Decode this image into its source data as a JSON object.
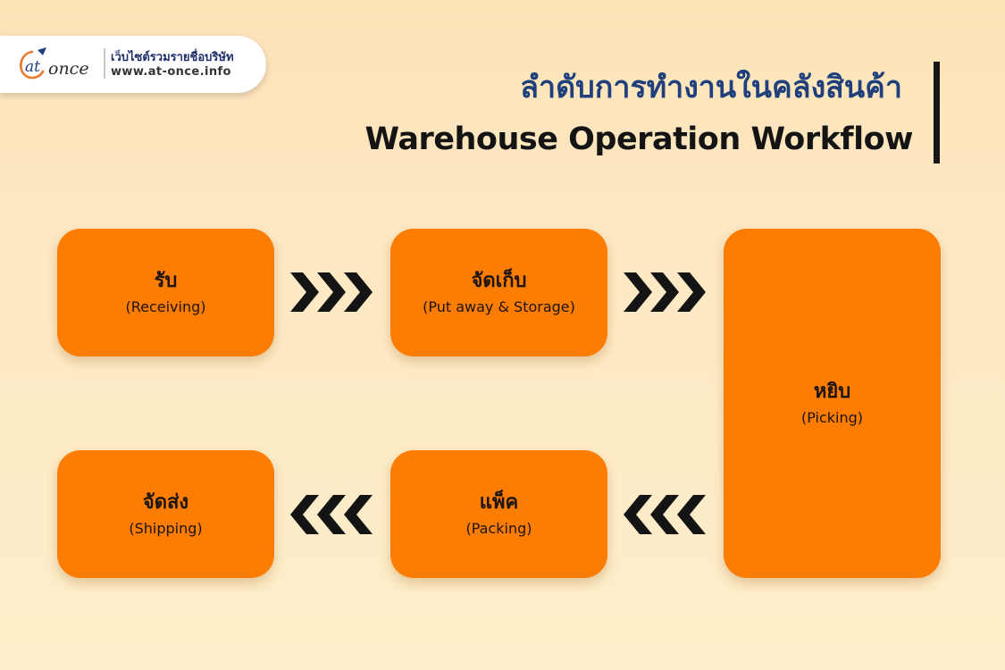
{
  "colors": {
    "box_fill": "#fd7c02",
    "title_thai": "#1f3f7d",
    "title_english": "#141414",
    "arrows": "#141414"
  },
  "logo": {
    "brand": "at once",
    "tagline": "เว็บไซต์รวมรายชื่อบริษัท",
    "url": "www.at-once.info"
  },
  "title": {
    "thai": "ลำดับการทำงานในคลังสินค้า",
    "english": "Warehouse Operation Workflow"
  },
  "steps": [
    {
      "thai": "รับ",
      "english": "(Receiving)"
    },
    {
      "thai": "จัดเก็บ",
      "english": "(Put away & Storage)"
    },
    {
      "thai": "หยิบ",
      "english": "(Picking)"
    },
    {
      "thai": "แพ็ค",
      "english": "(Packing)"
    },
    {
      "thai": "จัดส่ง",
      "english": "(Shipping)"
    }
  ],
  "connectors": [
    {
      "direction": "right",
      "icon": "triple-chevron-right-icon"
    },
    {
      "direction": "right",
      "icon": "triple-chevron-right-icon"
    },
    {
      "direction": "left",
      "icon": "triple-chevron-left-icon"
    },
    {
      "direction": "left",
      "icon": "triple-chevron-left-icon"
    }
  ]
}
